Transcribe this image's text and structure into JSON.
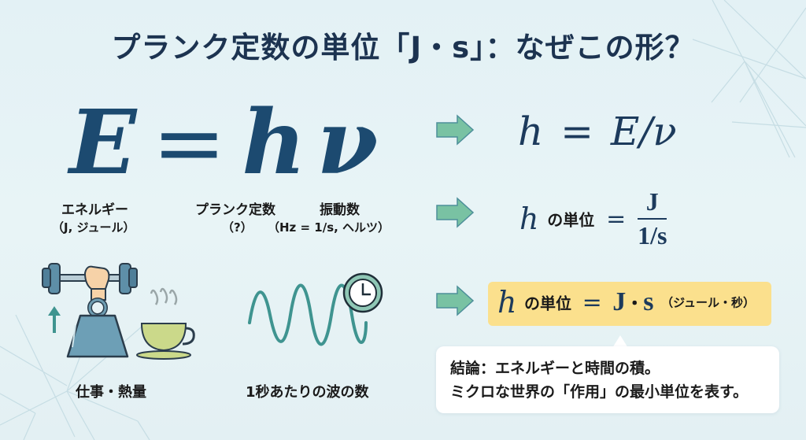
{
  "title": "プランク定数の単位「J・s」：なぜこの形？",
  "main_equation": {
    "lhs": "E",
    "equals": "=",
    "h": "h",
    "nu": "ν"
  },
  "terms": [
    {
      "name": "エネルギー",
      "unit": "（J, ジュール）"
    },
    {
      "name": "プランク定数",
      "unit": "（?）"
    },
    {
      "name": "振動数",
      "unit": "（Hz = 1/s, ヘルツ）"
    }
  ],
  "steps": [
    {
      "h": "h",
      "eq": "=",
      "rhs": "E/ν"
    },
    {
      "h": "h",
      "label": "の単位",
      "eq": "=",
      "numerator": "J",
      "denominator": "1/s"
    },
    {
      "h": "h",
      "label": "の単位",
      "eq": "=",
      "result": "J・s",
      "result_j": "J",
      "result_dot": "・",
      "result_s": "s",
      "note": "（ジュール・秒）"
    }
  ],
  "conclusion": {
    "line1": "結論：エネルギーと時間の積。",
    "line2": "ミクロな世界の「作用」の最小単位を表す。"
  },
  "illustrations": {
    "work_heat": {
      "caption": "仕事・熱量",
      "icons": [
        "dumbbell-icon",
        "weight-icon",
        "up-arrow-icon",
        "coffee-cup-icon"
      ]
    },
    "frequency": {
      "caption": "1秒あたりの波の数",
      "icons": [
        "wave-icon",
        "clock-icon"
      ]
    }
  },
  "colors": {
    "background": "#e5f2f5",
    "title": "#1c3350",
    "equation": "#1c4a70",
    "arrow_fill": "#79c2a3",
    "arrow_stroke": "#4d8f9a",
    "highlight": "#fbe08d",
    "wave": "#3f9490"
  }
}
